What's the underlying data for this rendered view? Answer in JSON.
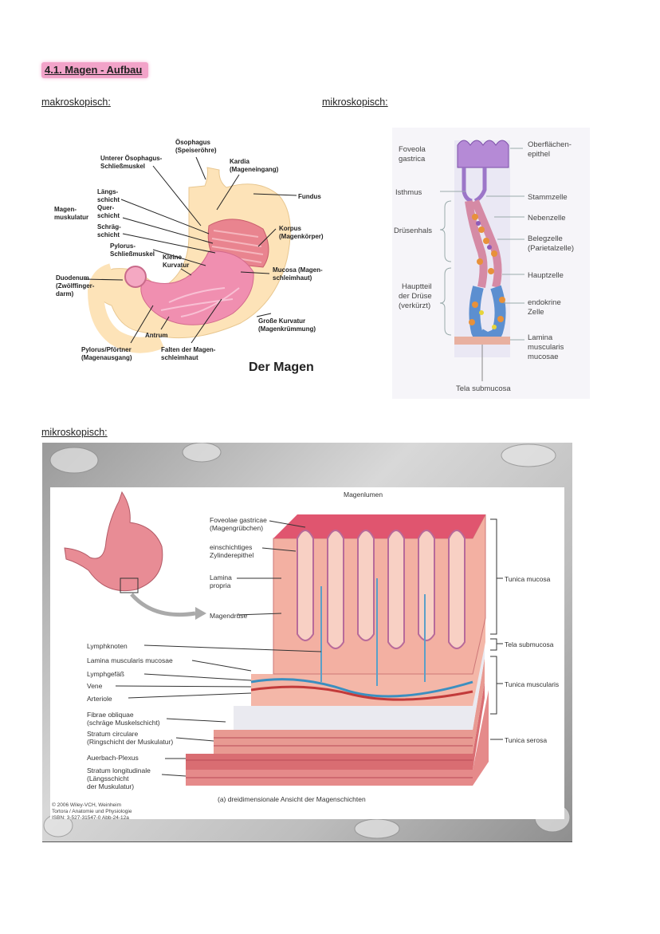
{
  "heading": "4.1. Magen - Aufbau",
  "section_labels": {
    "left": "makroskopisch:",
    "right": "mikroskopisch:",
    "bottom": "mikroskopisch:"
  },
  "fig1": {
    "title": "Der Magen",
    "labels": {
      "oesophagus": "Ösophagus",
      "oesophagus_sub": "(Speiseröhre)",
      "sphincter1": "Unterer Ösophagus-",
      "sphincter2": "Schließmuskel",
      "kardia": "Kardia",
      "kardia_sub": "(Mageneingang)",
      "fundus": "Fundus",
      "musc1": "Magen-",
      "musc2": "muskulatur",
      "laengs1": "Längs-",
      "laengs2": "schicht",
      "quer1": "Quer-",
      "quer2": "schicht",
      "schraeg1": "Schräg-",
      "schraeg2": "schicht",
      "korpus": "Korpus",
      "korpus_sub": "(Magenkörper)",
      "pyl_s1": "Pylorus-",
      "pyl_s2": "Schließmuskel",
      "kleine1": "Kleine",
      "kleine2": "Kurvatur",
      "mucosa1": "Mucosa (Magen-",
      "mucosa2": "schleimhaut)",
      "duod1": "Duodenum",
      "duod2": "(Zwölffinger-",
      "duod3": "darm)",
      "grosse1": "Große Kurvatur",
      "grosse2": "(Magenkrümmung)",
      "antrum": "Antrum",
      "pyl1": "Pylorus/Pförtner",
      "pyl2": "(Magenausgang)",
      "falten1": "Falten der Magen-",
      "falten2": "schleimhaut"
    }
  },
  "fig2": {
    "labels": {
      "foveola1": "Foveola",
      "foveola2": "gastrica",
      "isthmus": "Isthmus",
      "druesenhals": "Drüsenhals",
      "haupt1": "Hauptteil",
      "haupt2": "der Drüse",
      "haupt3": "(verkürzt)",
      "ober1": "Oberflächen-",
      "ober2": "epithel",
      "stamm": "Stammzelle",
      "neben": "Nebenzelle",
      "beleg1": "Belegzelle",
      "beleg2": "(Parietalzelle)",
      "hauptzelle": "Hauptzelle",
      "endo1": "endokrine",
      "endo2": "Zelle",
      "lamina1": "Lamina",
      "lamina2": "muscularis",
      "lamina3": "mucosae",
      "tela": "Tela submucosa"
    }
  },
  "fig3": {
    "labels": {
      "magenlumen": "Magenlumen",
      "fov1": "Foveolae gastricae",
      "fov2": "(Magengrübchen)",
      "einsch1": "einschichtiges",
      "einsch2": "Zylinderepithel",
      "lamprop1": "Lamina",
      "lamprop2": "propria",
      "magendruese": "Magendrüse",
      "lymphknoten": "Lymphknoten",
      "lammusc": "Lamina muscularis mucosae",
      "lymphgefaess": "Lymphgefäß",
      "vene": "Vene",
      "arteriole": "Arteriole",
      "fibrae1": "Fibrae obliquae",
      "fibrae2": "(schräge Muskelschicht)",
      "strcirc1": "Stratum circulare",
      "strcirc2": "(Ringschicht der Muskulatur)",
      "auerbach": "Auerbach-Plexus",
      "strlong1": "Stratum longitudinale",
      "strlong2": "(Längsschicht",
      "strlong3": "der Muskulatur)",
      "tmucosa": "Tunica mucosa",
      "tsub": "Tela submucosa",
      "tmusc": "Tunica muscularis",
      "tserosa": "Tunica serosa",
      "caption": "(a) dreidimensionale Ansicht der Magenschichten",
      "copy1": "© 2006 Wiley-VCH, Weinheim",
      "copy2": "Tortora / Anatomie und Physiologie",
      "copy3": "ISBN: 3-527-31547-0   Abb-24-12a"
    }
  }
}
